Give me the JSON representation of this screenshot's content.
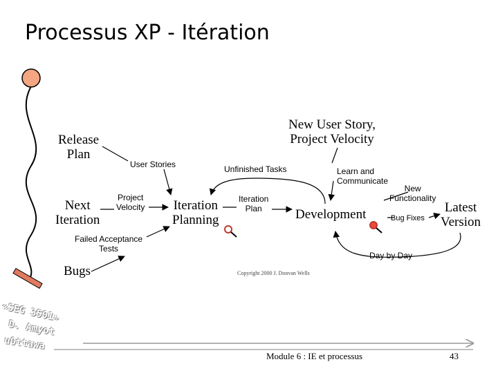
{
  "slide": {
    "title": "Processus XP - Itération",
    "footer_text": "Module 6 : IE et processus",
    "page_number": "43",
    "stamp": {
      "line1": "«SEG 3501»",
      "line2": "D. Amyot",
      "line3": "uOttawa"
    },
    "colors": {
      "ball": "#f4a582",
      "bar": "#e07a5f",
      "arrow_gray": "#999999"
    }
  },
  "diagram": {
    "nodes": {
      "release_plan": "Release\nPlan",
      "next_iteration": "Next\nIteration",
      "bugs": "Bugs",
      "iteration_planning": "Iteration\nPlanning",
      "development": "Development",
      "latest_version": "Latest\nVersion",
      "new_user_story": "New User Story,\nProject Velocity"
    },
    "labels": {
      "user_stories": "User Stories",
      "project_velocity": "Project\nVelocity",
      "failed_acceptance": "Failed Acceptance\nTests",
      "unfinished_tasks": "Unfinished Tasks",
      "iteration_plan": "Iteration\nPlan",
      "learn_communicate": "Learn and\nCommunicate",
      "new_functionality": "New\nFunctionality",
      "bug_fixes": "Bug Fixes",
      "day_by_day": "Day by Day"
    },
    "copyright": "Copyright 2000 J. Donvan Wells"
  }
}
